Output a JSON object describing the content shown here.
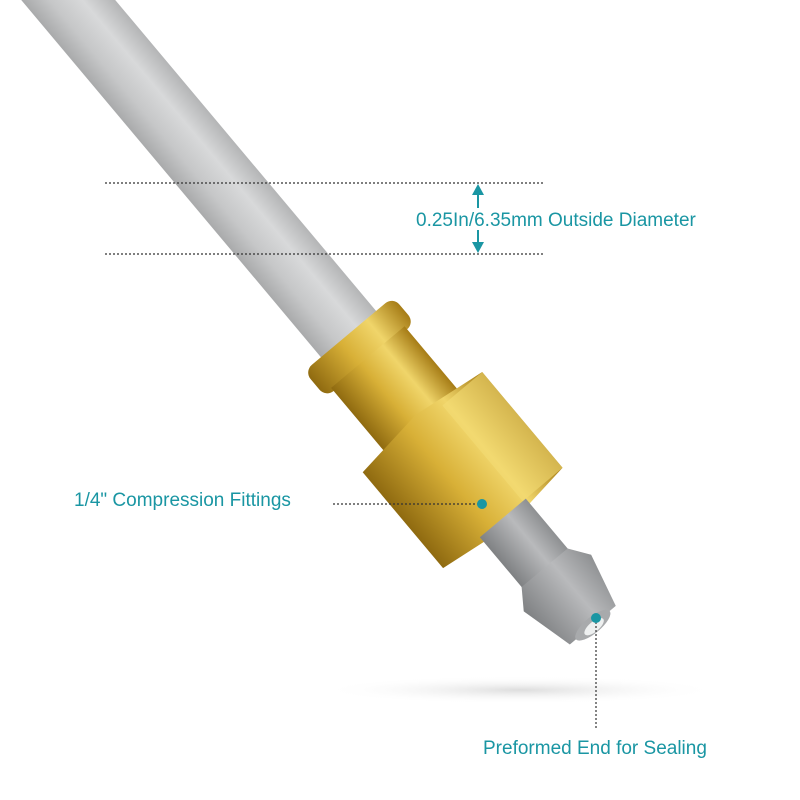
{
  "labels": {
    "diameter": "0.25In/6.35mm Outside Diameter",
    "fittings": "1/4\" Compression Fittings",
    "end": "Preformed End for Sealing"
  },
  "colors": {
    "accent": "#1a96a3",
    "tube": "#c9cacb",
    "brass": "#d9b43a"
  }
}
